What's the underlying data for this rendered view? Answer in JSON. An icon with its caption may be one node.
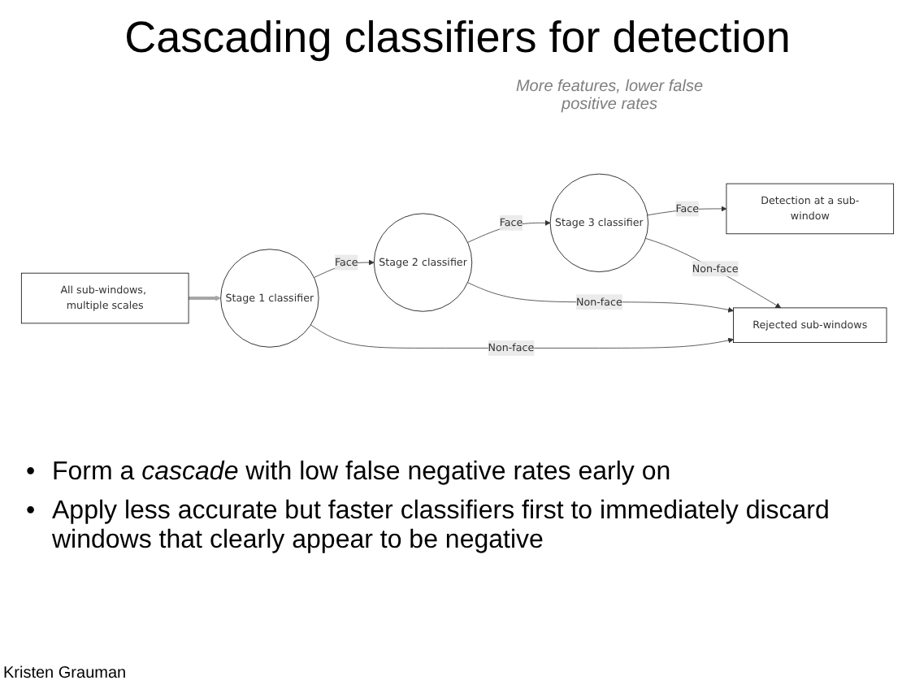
{
  "diagram": {
    "title": "Cascading classifiers for detection",
    "nodes": [
      {
        "text": [
          "All sub-windows, multiple scales"
        ]
      },
      {
        "text": [
          "Stage 1 classifier"
        ]
      },
      {
        "text": [
          "Stage 2 classifier"
        ]
      },
      {
        "text": [
          "Stage 3 classifier"
        ]
      },
      {
        "text": [
          "Detection at a sub-window"
        ]
      },
      {
        "text": [
          "Rejected sub-windows"
        ]
      }
    ],
    "edges": [
      {
        "from": 0,
        "to": 1,
        "arrow": "to",
        "style": "thick",
        "color": "#a6a6a6"
      },
      {
        "from": 1,
        "to": 2,
        "arrow": "to",
        "label": "Face"
      },
      {
        "from": 2,
        "to": 3,
        "arrow": "to",
        "label": "Face"
      },
      {
        "from": 3,
        "to": 4,
        "arrow": "to",
        "label": "Face"
      },
      {
        "from": 1,
        "to": 5,
        "arrow": "to",
        "label": "Non-face"
      },
      {
        "from": 2,
        "to": 5,
        "arrow": "to",
        "label": "Non-face"
      },
      {
        "from": 3,
        "to": 5,
        "arrow": "to",
        "label": "Non-face"
      }
    ],
    "labels": [
      "More features, lower false positive rates",
      "•",
      "Form a *cascade* with low false negative rates early on",
      "•",
      "Apply less accurate but faster classifiers first to immediately discard windows that clearly appear to be negative",
      "Kristen Grauman"
    ]
  }
}
